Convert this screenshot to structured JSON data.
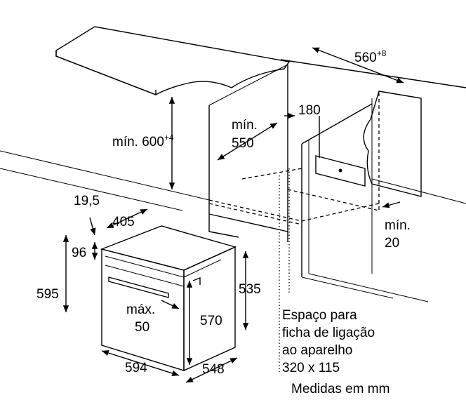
{
  "title": "Medidas em mm",
  "dimensions": {
    "niche_width": {
      "value": "560",
      "tolerance": "+8"
    },
    "vent_depth": "180",
    "min_height": {
      "prefix": "mín.",
      "value": "600",
      "tolerance": "+4"
    },
    "min_depth": {
      "line1": "mín.",
      "line2": "550"
    },
    "front_offset": "19,5",
    "depth_405": "405",
    "panel_96": "96",
    "height_595": "595",
    "height_535": "535",
    "max_50": {
      "line1": "máx.",
      "line2": "50"
    },
    "height_570": "570",
    "width_594": "594",
    "depth_548": "548",
    "min_20": {
      "line1": "mín.",
      "line2": "20"
    }
  },
  "socket_note": {
    "line1": "Espaço para",
    "line2": "ficha de ligação",
    "line3": "ao aparelho",
    "line4": "320 x 115"
  },
  "units_note": "Medidas em mm"
}
